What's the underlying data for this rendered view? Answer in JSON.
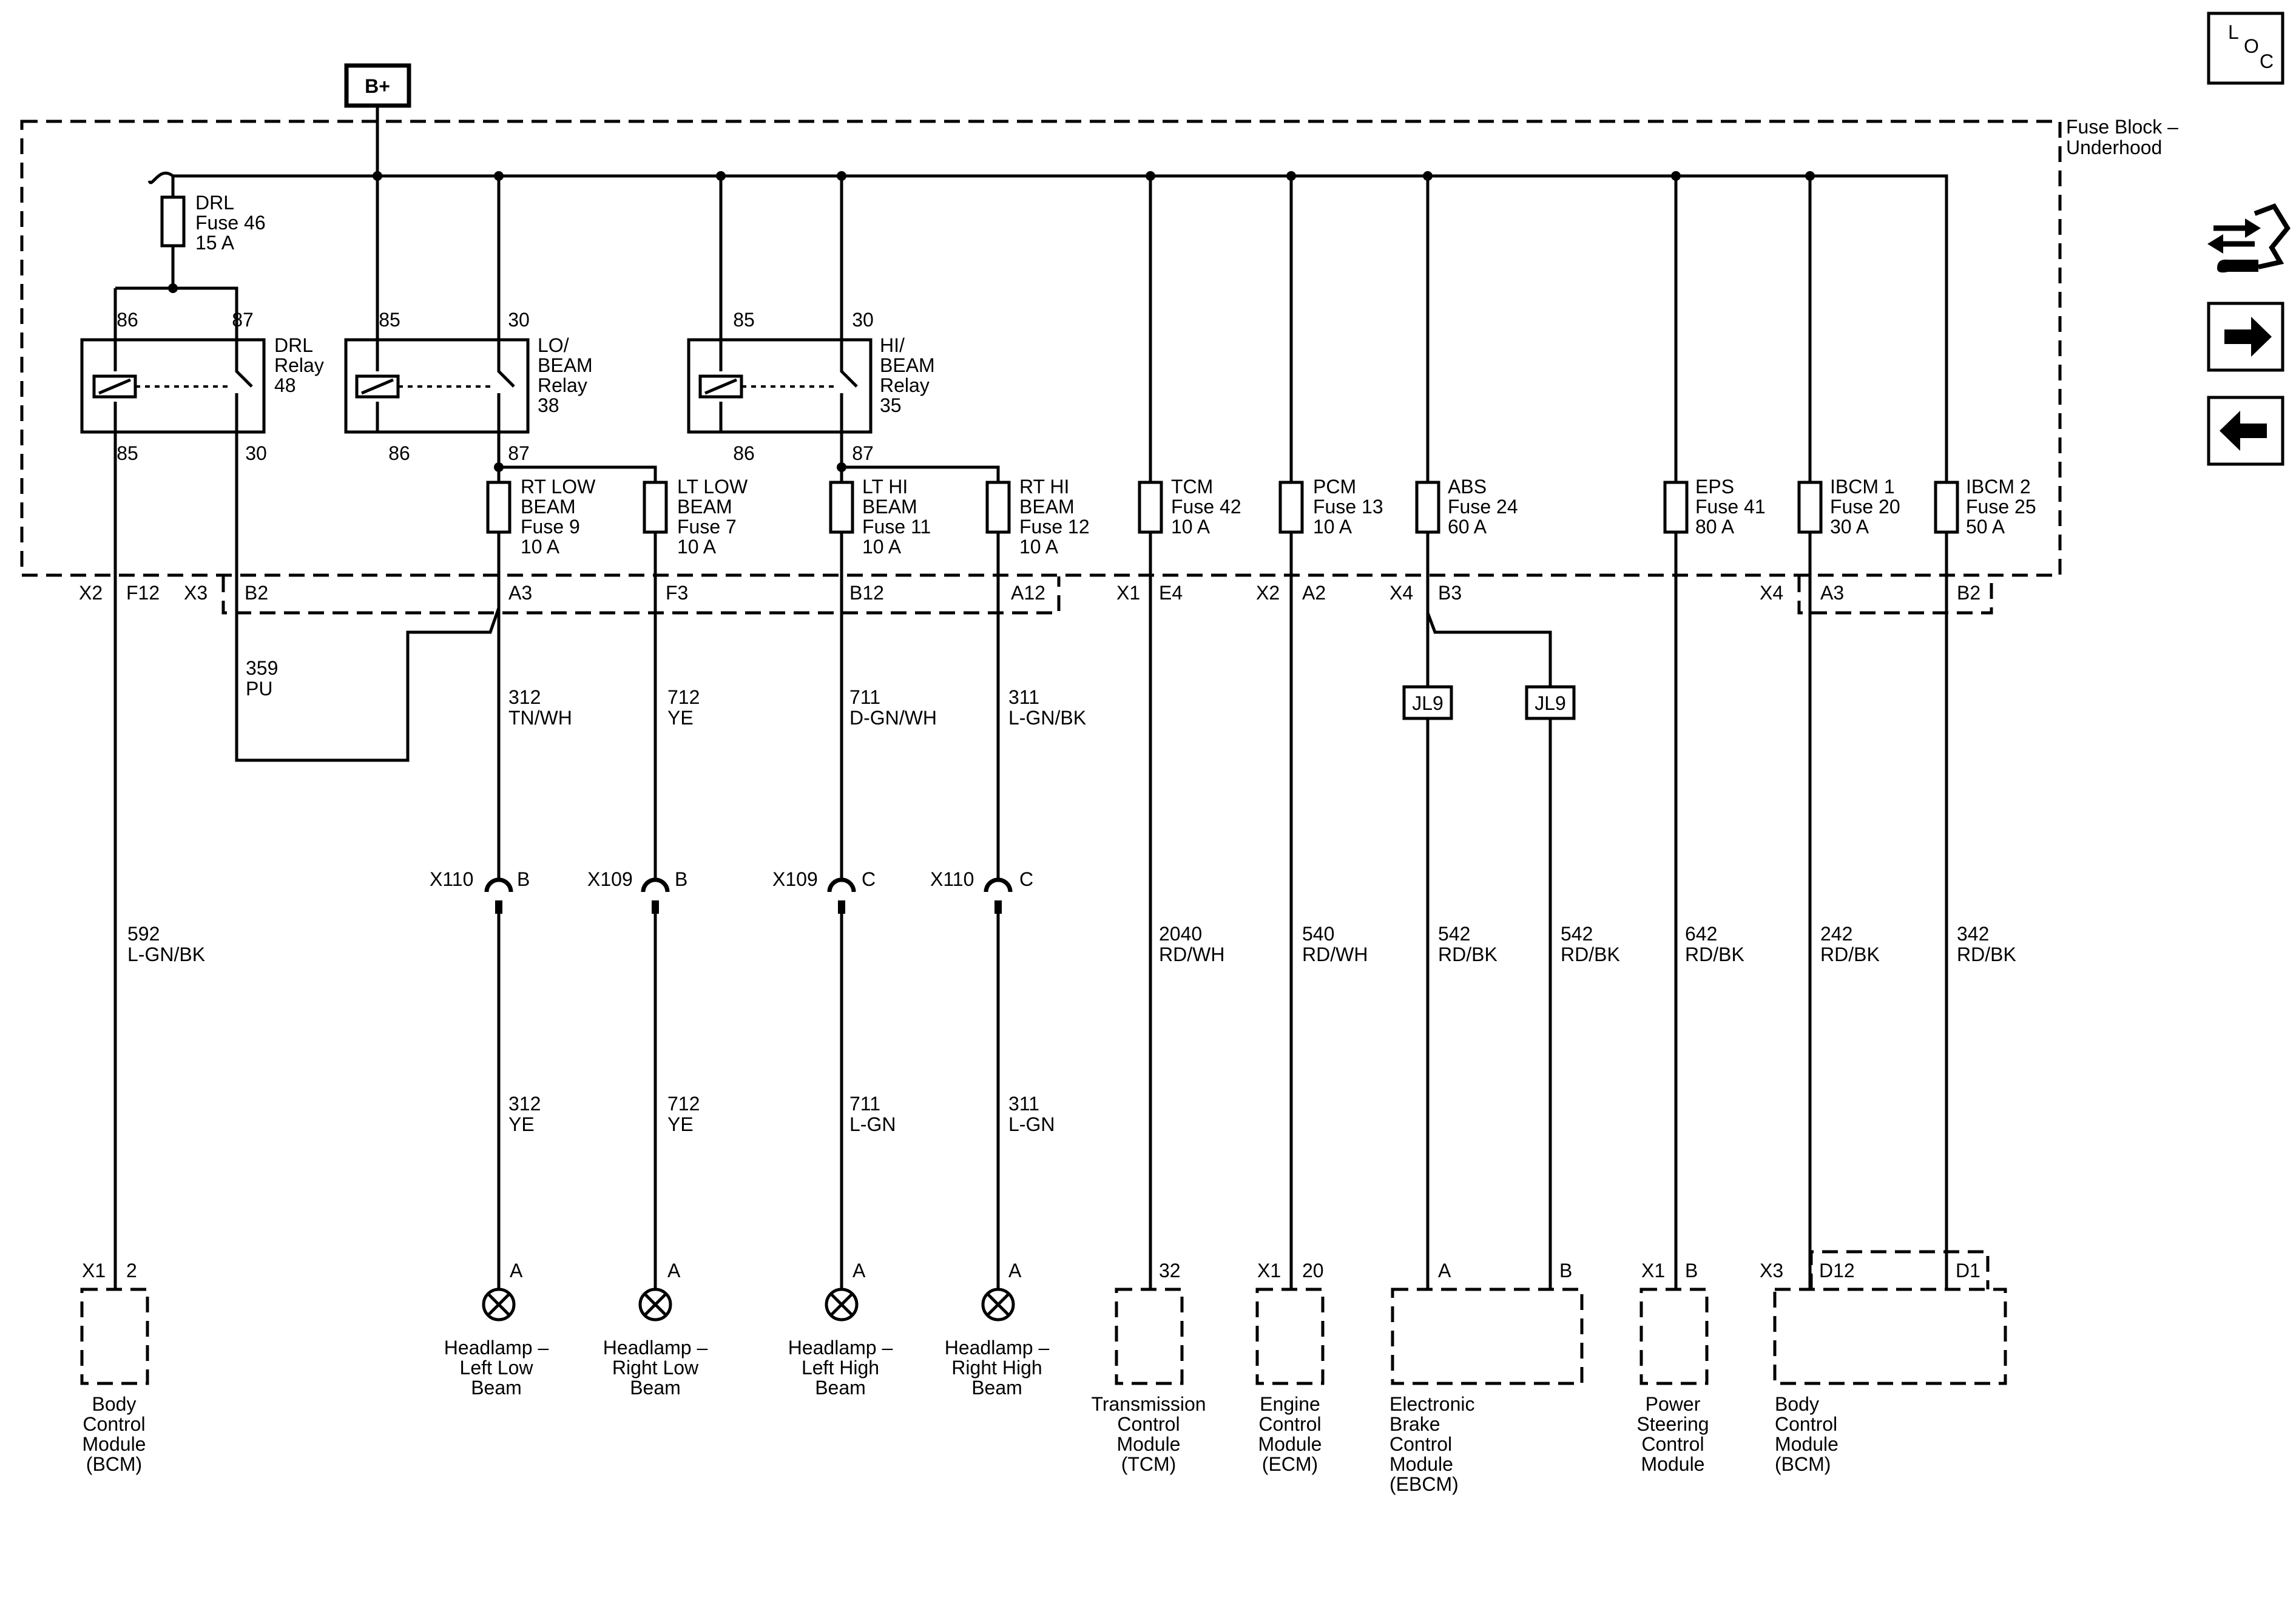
{
  "source": {
    "label": "B+"
  },
  "fuse_block": {
    "label_line1": "Fuse Block –",
    "label_line2": "Underhood"
  },
  "relays": [
    {
      "id": "drl",
      "name": [
        "DRL",
        "Relay",
        "48"
      ],
      "pin_tl": "86",
      "pin_tr": "87",
      "pin_bl": "85",
      "pin_br": "30"
    },
    {
      "id": "lo-beam",
      "name": [
        "LO/",
        "BEAM",
        "Relay",
        "38"
      ],
      "pin_tl": "85",
      "pin_tr": "30",
      "pin_bl": "86",
      "pin_br": "87"
    },
    {
      "id": "hi-beam",
      "name": [
        "HI/",
        "BEAM",
        "Relay",
        "35"
      ],
      "pin_tl": "85",
      "pin_tr": "30",
      "pin_bl": "86",
      "pin_br": "87"
    }
  ],
  "drl_fuse": [
    "DRL",
    "Fuse 46",
    "15 A"
  ],
  "fuses": [
    {
      "id": "rt-low-beam",
      "lines": [
        "RT LOW",
        "BEAM",
        "Fuse 9",
        "10 A"
      ]
    },
    {
      "id": "lt-low-beam",
      "lines": [
        "LT LOW",
        "BEAM",
        "Fuse 7",
        "10 A"
      ]
    },
    {
      "id": "lt-hi-beam",
      "lines": [
        "LT HI",
        "BEAM",
        "Fuse 11",
        "10 A"
      ]
    },
    {
      "id": "rt-hi-beam",
      "lines": [
        "RT HI",
        "BEAM",
        "Fuse 12",
        "10 A"
      ]
    },
    {
      "id": "tcm",
      "lines": [
        "TCM",
        "Fuse 42",
        "10 A"
      ]
    },
    {
      "id": "pcm",
      "lines": [
        "PCM",
        "Fuse 13",
        "10 A"
      ]
    },
    {
      "id": "abs",
      "lines": [
        "ABS",
        "Fuse 24",
        "60 A"
      ]
    },
    {
      "id": "eps",
      "lines": [
        "EPS",
        "Fuse 41",
        "80 A"
      ]
    },
    {
      "id": "ibcm1",
      "lines": [
        "IBCM 1",
        "Fuse 20",
        "30 A"
      ]
    },
    {
      "id": "ibcm2",
      "lines": [
        "IBCM 2",
        "Fuse 25",
        "50 A"
      ]
    }
  ],
  "connectors_top": {
    "x2_bcm": "X2",
    "f12": "F12",
    "x3": "X3",
    "b2": "B2",
    "a3": "A3",
    "f3": "F3",
    "b12": "B12",
    "a12": "A12",
    "x1": "X1",
    "e4": "E4",
    "x2_pcm": "X2",
    "a2": "A2",
    "x4_abs": "X4",
    "b3": "B3",
    "x4_ibcm": "X4",
    "a3_ibcm": "A3",
    "b2_ibcm": "B2"
  },
  "wires": {
    "w359": [
      "359",
      "PU"
    ],
    "w312_top": [
      "312",
      "TN/WH"
    ],
    "w712_top": [
      "712",
      "YE"
    ],
    "w711_top": [
      "711",
      "D-GN/WH"
    ],
    "w311_top": [
      "311",
      "L-GN/BK"
    ],
    "w592": [
      "592",
      "L-GN/BK"
    ],
    "w312_bot": [
      "312",
      "YE"
    ],
    "w712_bot": [
      "712",
      "YE"
    ],
    "w711_bot": [
      "711",
      "L-GN"
    ],
    "w311_bot": [
      "311",
      "L-GN"
    ],
    "w2040": [
      "2040",
      "RD/WH"
    ],
    "w540": [
      "540",
      "RD/WH"
    ],
    "w542a": [
      "542",
      "RD/BK"
    ],
    "w542b": [
      "542",
      "RD/BK"
    ],
    "w642": [
      "642",
      "RD/BK"
    ],
    "w242": [
      "242",
      "RD/BK"
    ],
    "w342": [
      "342",
      "RD/BK"
    ]
  },
  "splices": [
    "JL9",
    "JL9"
  ],
  "inline_connectors": [
    {
      "name": "X110",
      "pin": "B"
    },
    {
      "name": "X109",
      "pin": "B"
    },
    {
      "name": "X109",
      "pin": "C"
    },
    {
      "name": "X110",
      "pin": "C"
    }
  ],
  "lamp_pins": [
    "A",
    "A",
    "A",
    "A"
  ],
  "lamps": [
    [
      "Headlamp –",
      "Left Low",
      "Beam"
    ],
    [
      "Headlamp –",
      "Right Low",
      "Beam"
    ],
    [
      "Headlamp –",
      "Left High",
      "Beam"
    ],
    [
      "Headlamp –",
      "Right High",
      "Beam"
    ]
  ],
  "module_pins": {
    "bcm_conn": "X1",
    "bcm_pin": "2",
    "tcm_pin": "32",
    "ecm_conn": "X1",
    "ecm_pin": "20",
    "ebcm_pin_a": "A",
    "ebcm_pin_b": "B",
    "ps_conn": "X1",
    "ps_pin": "B",
    "bcm2_conn": "X3",
    "bcm2_pin_a": "D12",
    "bcm2_pin_b": "D1"
  },
  "modules": [
    [
      "Body",
      "Control",
      "Module",
      "(BCM)"
    ],
    [
      "Transmission",
      "Control",
      "Module",
      "(TCM)"
    ],
    [
      "Engine",
      "Control",
      "Module",
      "(ECM)"
    ],
    [
      "Electronic",
      "Brake",
      "Control",
      "Module",
      "(EBCM)"
    ],
    [
      "Power",
      "Steering",
      "Control",
      "Module"
    ],
    [
      "Body",
      "Control",
      "Module",
      "(BCM)"
    ]
  ],
  "side_icons": {
    "loc": [
      "L",
      "O",
      "C"
    ],
    "icons": [
      "schematic-diagnostic-icon",
      "arrow-right-icon",
      "arrow-left-icon"
    ]
  }
}
